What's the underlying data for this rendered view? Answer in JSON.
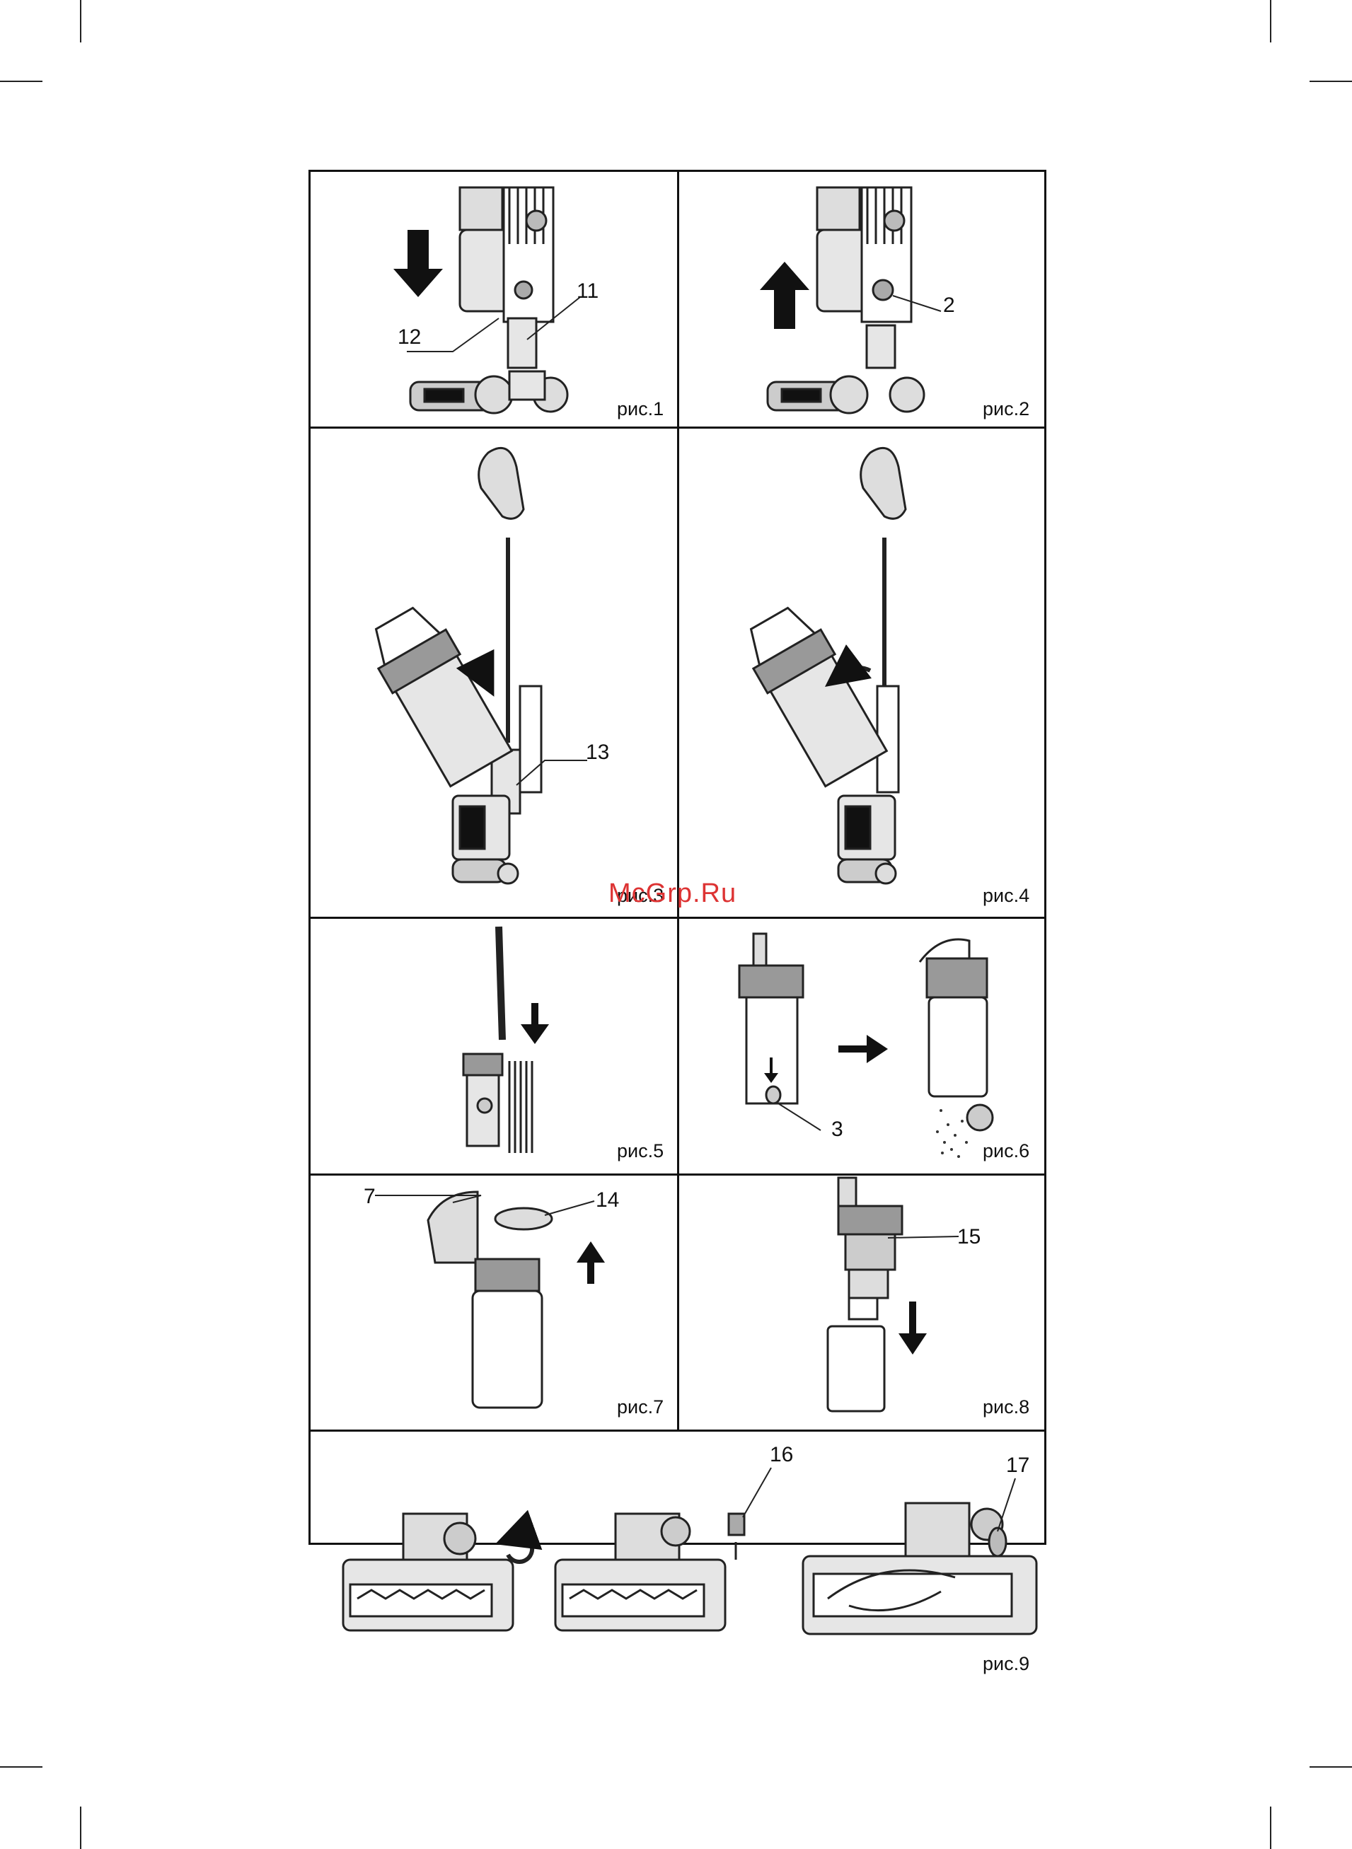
{
  "watermark": "McGrp.Ru",
  "figures": {
    "fig1": {
      "caption": "рис.1",
      "callouts": [
        "12",
        "11"
      ]
    },
    "fig2": {
      "caption": "рис.2",
      "callouts": [
        "2"
      ]
    },
    "fig3": {
      "caption": "рис.3",
      "callouts": [
        "13"
      ]
    },
    "fig4": {
      "caption": "рис.4",
      "callouts": []
    },
    "fig5": {
      "caption": "рис.5",
      "callouts": []
    },
    "fig6": {
      "caption": "рис.6",
      "callouts": [
        "3"
      ]
    },
    "fig7": {
      "caption": "рис.7",
      "callouts": [
        "7",
        "14"
      ]
    },
    "fig8": {
      "caption": "рис.8",
      "callouts": [
        "15"
      ]
    },
    "fig9": {
      "caption": "рис.9",
      "callouts": [
        "16",
        "17"
      ]
    }
  }
}
